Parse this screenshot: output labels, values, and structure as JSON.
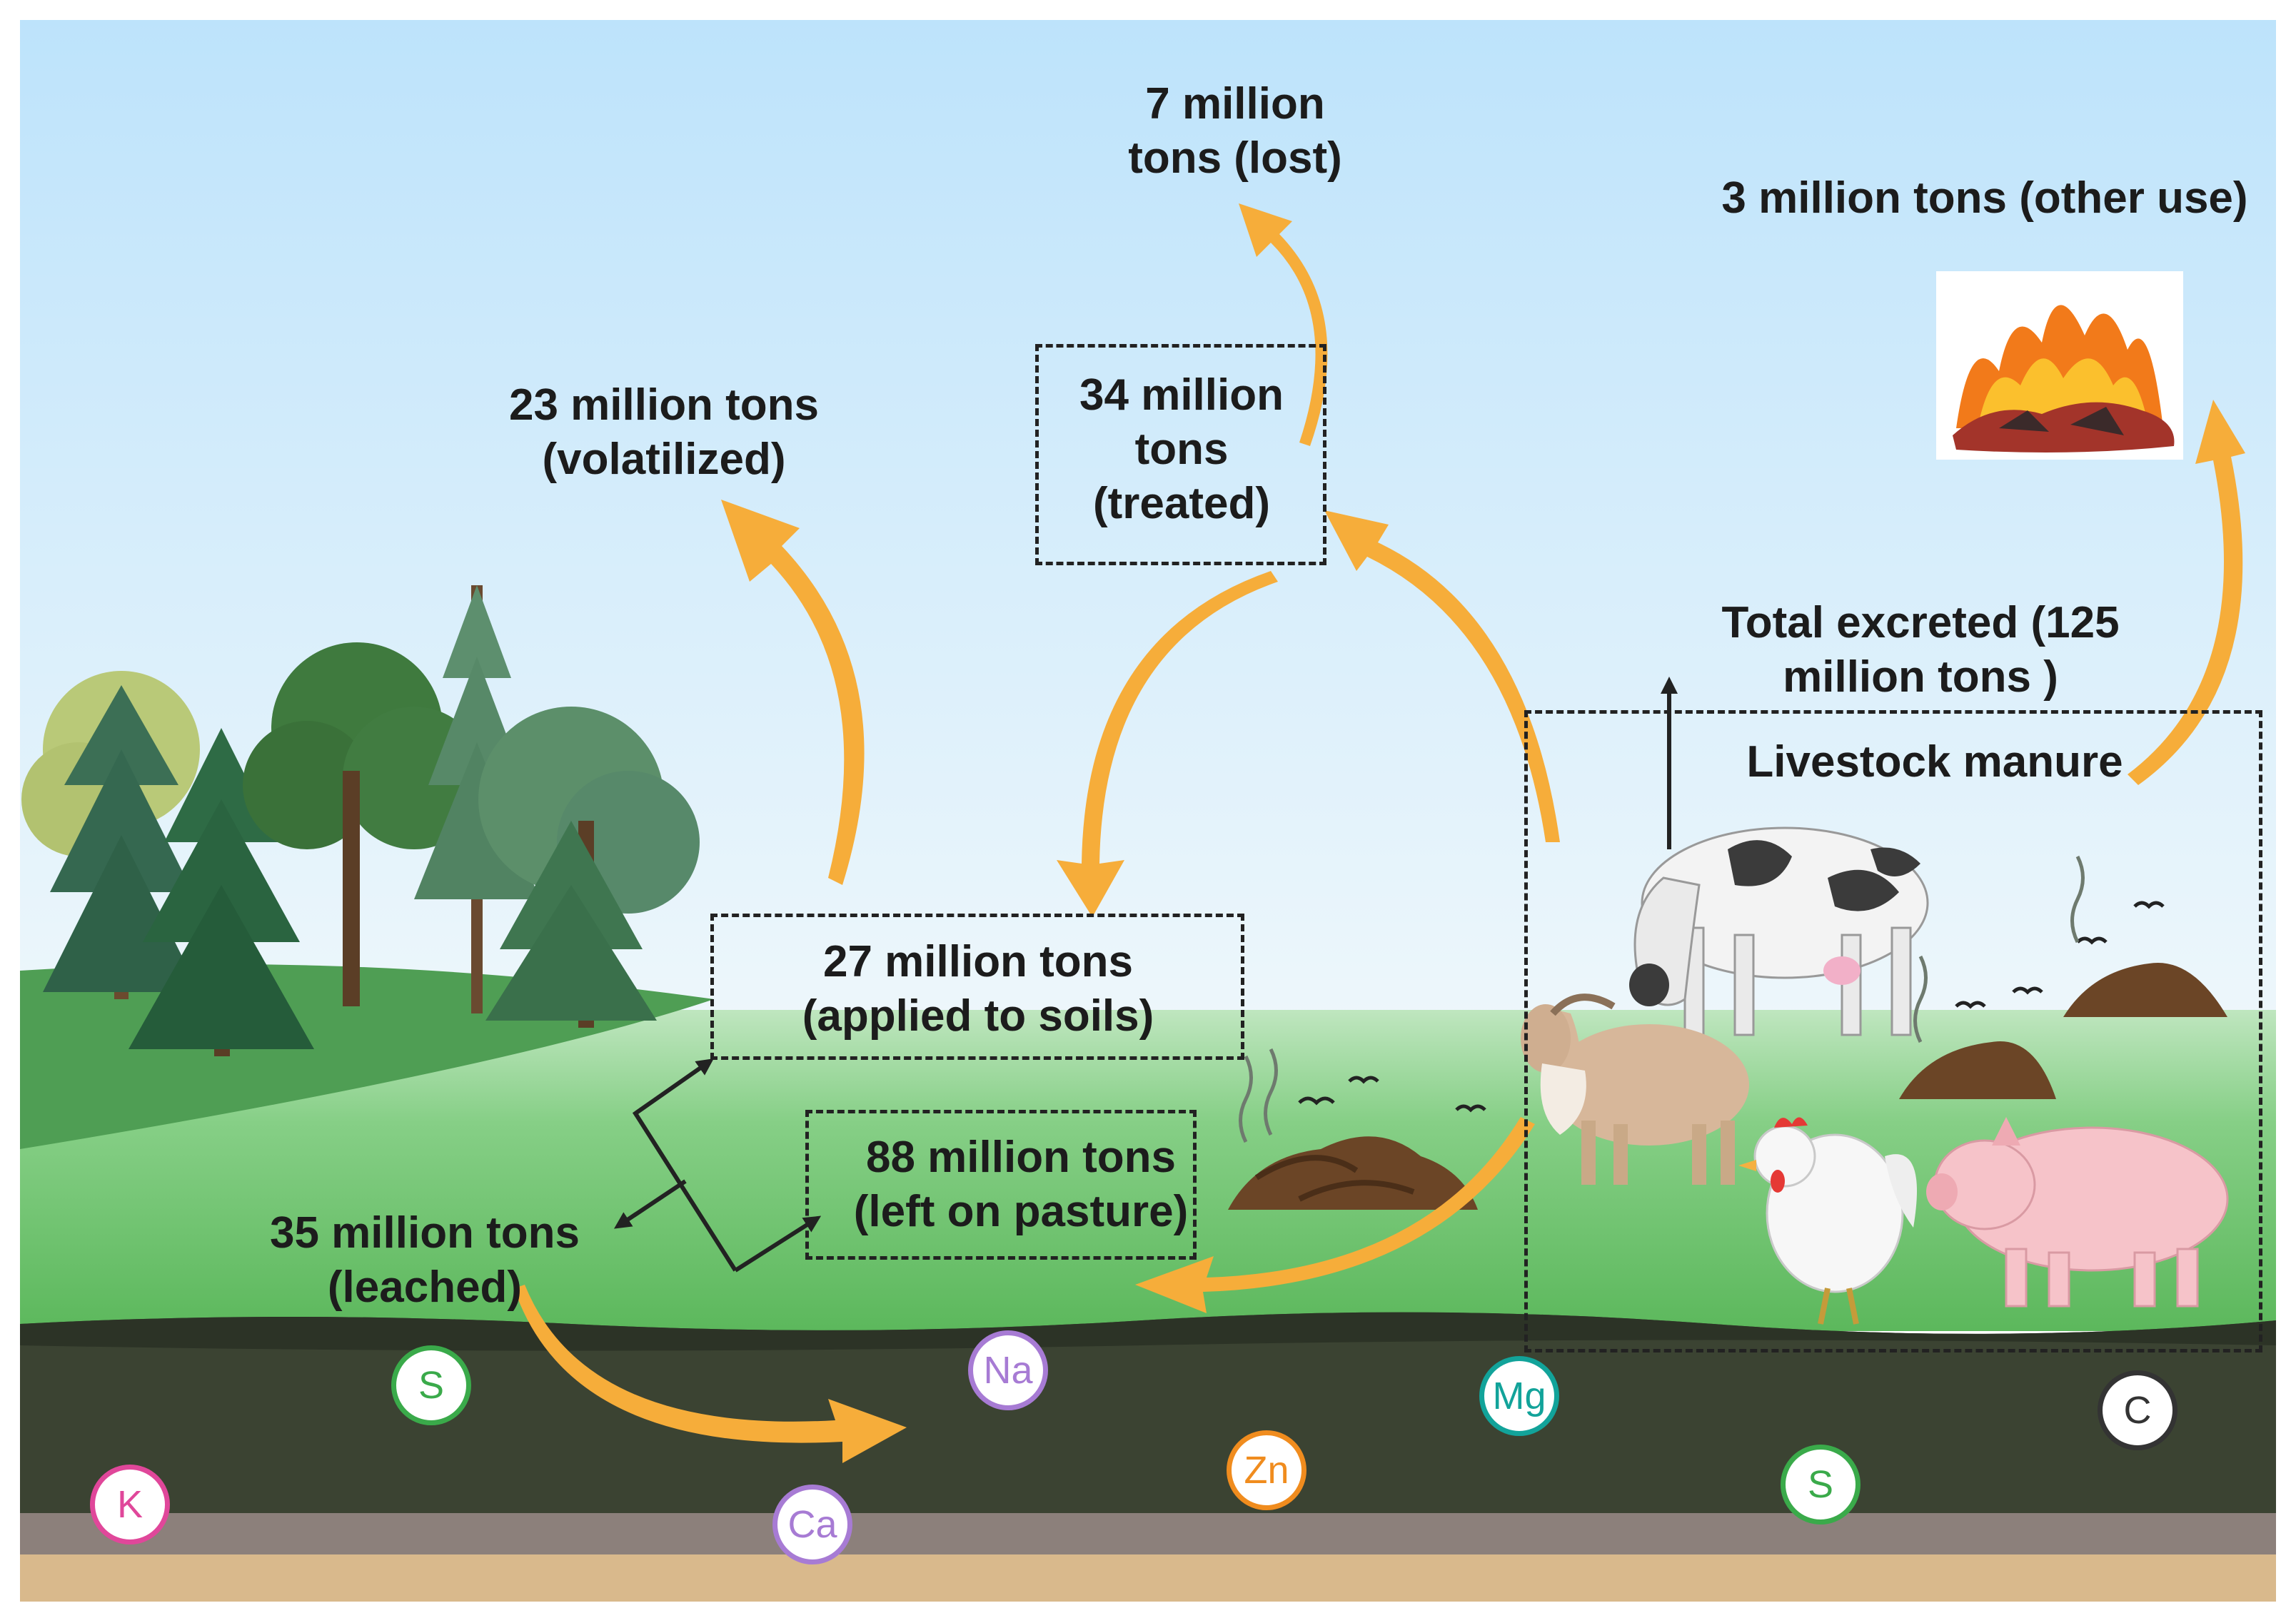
{
  "labels": {
    "lost": "7 million\ntons (lost)",
    "other_use": "3 million tons (other use)",
    "volatilized": "23 million tons\n(volatilized)",
    "treated": "34 million\ntons\n(treated)",
    "total": "Total excreted (125\nmillion tons )",
    "livestock": "Livestock manure",
    "applied": "27 million tons\n(applied to soils)",
    "pasture": "88 million tons\n(left on pasture)",
    "leached": "35 million tons\n(leached)"
  },
  "elements": [
    {
      "symbol": "S",
      "color": "#3aaa4a"
    },
    {
      "symbol": "Na",
      "color": "#a77bd4"
    },
    {
      "symbol": "Mg",
      "color": "#12a39a"
    },
    {
      "symbol": "C",
      "color": "#333333"
    },
    {
      "symbol": "K",
      "color": "#e0479a"
    },
    {
      "symbol": "Ca",
      "color": "#a77bd4"
    },
    {
      "symbol": "Zn",
      "color": "#f08c1e"
    },
    {
      "symbol": "S",
      "color": "#3aaa4a"
    }
  ],
  "colors": {
    "flow_arrow": "#f6ad3a",
    "sky": "#bfe3f7",
    "grass": "#6fc26f",
    "soil": "#3c4432",
    "rock": "#8a7f79",
    "sand": "#d8b98d"
  },
  "icons": [
    "forest-icon",
    "fire-icon",
    "cow-icon",
    "goat-icon",
    "chicken-icon",
    "pig-icon",
    "manure-pile-icon"
  ]
}
